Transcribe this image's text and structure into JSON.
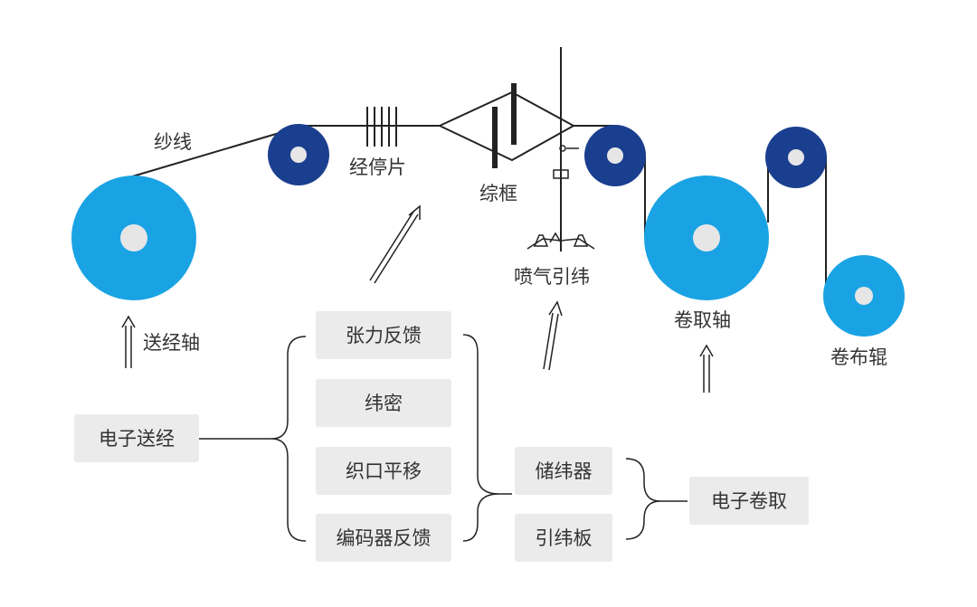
{
  "colors": {
    "light_roller": "#1aa3e4",
    "dark_roller": "#1b3f8f",
    "hub": "#e6e6e6",
    "line": "#222222",
    "box_fill": "#ebebeb",
    "text": "#333333"
  },
  "labels": {
    "yarn": "纱线",
    "drop_wire": "经停片",
    "heald_frame": "综框",
    "air_jet": "喷气引纬",
    "warp_beam": "送经轴",
    "take_up_beam": "卷取轴",
    "cloth_roller": "卷布辊"
  },
  "boxes": {
    "electronic_let_off": "电子送经",
    "tension_feedback": "张力反馈",
    "weft_density": "纬密",
    "fell_shift": "织口平移",
    "encoder_feedback": "编码器反馈",
    "weft_accumulator": "储纬器",
    "weft_insertion_board": "引纬板",
    "electronic_take_up": "电子卷取"
  }
}
